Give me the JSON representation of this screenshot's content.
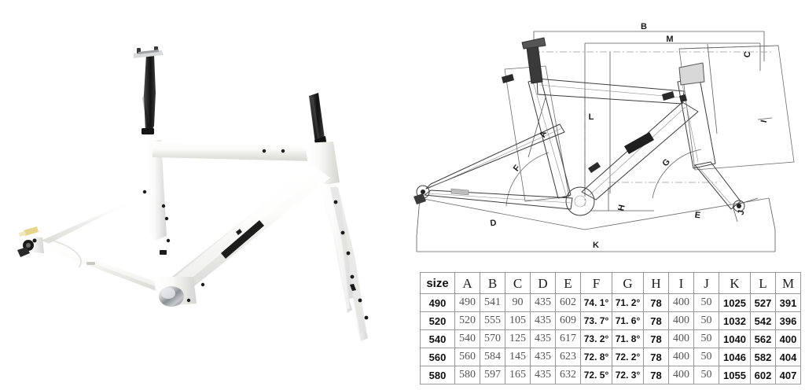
{
  "product_photo": {
    "alt": "white carbon gravel bicycle frameset with seatpost and fork",
    "frame_color": "#f4f4f2",
    "accent_color": "#1d1d1d",
    "bb_color": "#b9bcbe",
    "tag_color": "#e6d58a"
  },
  "technical_drawing": {
    "title": "bicycle frame geometry line drawing",
    "line_color": "#4a4a4a",
    "dimension_labels": [
      {
        "id": "A",
        "label": "A"
      },
      {
        "id": "B",
        "label": "B"
      },
      {
        "id": "C",
        "label": "C"
      },
      {
        "id": "D",
        "label": "D"
      },
      {
        "id": "E",
        "label": "E"
      },
      {
        "id": "F",
        "label": "F"
      },
      {
        "id": "G",
        "label": "G"
      },
      {
        "id": "H",
        "label": "H"
      },
      {
        "id": "I",
        "label": "I"
      },
      {
        "id": "J",
        "label": "J"
      },
      {
        "id": "K",
        "label": "K"
      },
      {
        "id": "L",
        "label": "L"
      },
      {
        "id": "M",
        "label": "M"
      }
    ]
  },
  "geometry_table": {
    "headers": [
      "size",
      "A",
      "B",
      "C",
      "D",
      "E",
      "F",
      "G",
      "H",
      "I",
      "J",
      "K",
      "L",
      "M"
    ],
    "rows": [
      {
        "size": "490",
        "A": "490",
        "B": "541",
        "C": "90",
        "D": "435",
        "E": "602",
        "F": "74. 1°",
        "G": "71. 2°",
        "H": "78",
        "I": "400",
        "J": "50",
        "K": "1025",
        "L": "527",
        "M": "391"
      },
      {
        "size": "520",
        "A": "520",
        "B": "555",
        "C": "105",
        "D": "435",
        "E": "609",
        "F": "73. 7°",
        "G": "71. 6°",
        "H": "78",
        "I": "400",
        "J": "50",
        "K": "1032",
        "L": "542",
        "M": "396"
      },
      {
        "size": "540",
        "A": "540",
        "B": "570",
        "C": "125",
        "D": "435",
        "E": "617",
        "F": "73. 2°",
        "G": "71. 8°",
        "H": "78",
        "I": "400",
        "J": "50",
        "K": "1040",
        "L": "562",
        "M": "400"
      },
      {
        "size": "560",
        "A": "560",
        "B": "584",
        "C": "145",
        "D": "435",
        "E": "623",
        "F": "72. 8°",
        "G": "72. 2°",
        "H": "78",
        "I": "400",
        "J": "50",
        "K": "1046",
        "L": "582",
        "M": "404"
      },
      {
        "size": "580",
        "A": "580",
        "B": "597",
        "C": "165",
        "D": "435",
        "E": "632",
        "F": "72. 5°",
        "G": "72. 3°",
        "H": "78",
        "I": "400",
        "J": "50",
        "K": "1055",
        "L": "602",
        "M": "407"
      }
    ]
  }
}
